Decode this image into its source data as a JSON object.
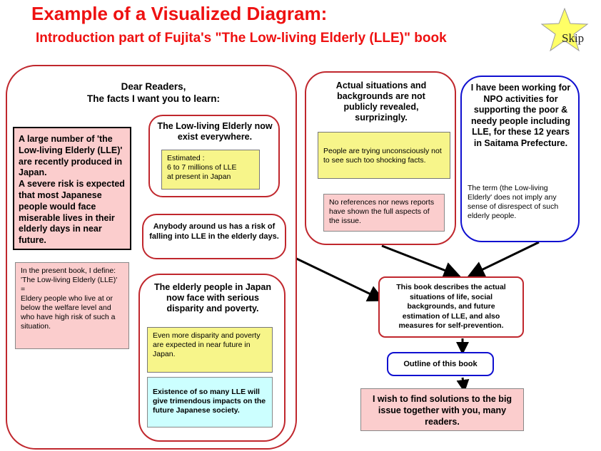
{
  "header": {
    "title": "Example of a Visualized Diagram:",
    "subtitle": "Introduction part of Fujita's \"The Low-living Elderly (LLE)\" book",
    "skip_label": "Skip"
  },
  "left_panel": {
    "heading": "Dear Readers,\nThe facts I want you to learn:",
    "main_box": "A large number of 'the Low-living Elderly (LLE)' are recently produced in Japan.\nA severe risk is expected that most Japanese people would face miserable lives in their elderly days in near future.",
    "definition_box": "In the present book, I define:\n'The Low-living Elderly (LLE)'\n=\nEldery people who live at or below the welfare level and who have high risk of such a situation.",
    "lle_everywhere": {
      "title": "The Low-living Elderly now exist everywhere.",
      "estimate": "Estimated :\n6 to 7 millions of LLE\nat present in Japan"
    },
    "risk_box": "Anybody around us has a risk of falling into LLE in the elderly days.",
    "disparity": {
      "title": "The elderly people in Japan now face with serious disparity and poverty.",
      "expected": "Even more  disparity and poverty are expected in near future in Japan.",
      "impacts": "Existence of so many LLE will give trimendous impacts on the future Japanese society."
    }
  },
  "middle_panel": {
    "title": "Actual situations and backgrounds are not publicly revealed, surprizingly.",
    "note1": "People are trying unconsciously not to see such too shocking facts.",
    "note2": "No references nor news reports have shown the full aspects of the issue."
  },
  "right_panel": {
    "title": "I have been working for NPO activities for supporting the poor & needy people including LLE, for these 12 years in Saitama Prefecture.",
    "note": "The term (the Low-living Elderly' does not imply any sense of disrespect of such elderly people."
  },
  "flow": {
    "book_describes": "This book describes the actual situations of life, social backgrounds, and future estimation of LLE, and also measures for self-prevention.",
    "outline": "Outline of this book",
    "wish": "I wish to find solutions to the big issue together with you, many readers."
  },
  "colors": {
    "title_red": "#ee1111",
    "border_red": "#c0272d",
    "border_blue": "#1010d0",
    "note_yellow": "#f7f58a",
    "note_pink": "#fbcdcd",
    "note_cyan": "#ccffff",
    "star_yellow": "#ffff66"
  },
  "icons": {
    "skip": "star-icon"
  }
}
